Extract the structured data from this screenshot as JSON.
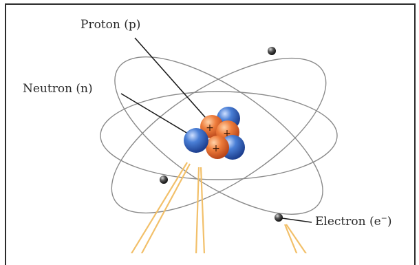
{
  "labels": {
    "proton": "Proton (p)",
    "neutron": "Neutron (n)",
    "electron_base": "Electron (e",
    "electron_sup": "−",
    "electron_close": ")"
  },
  "nucleus_symbols": {
    "proton_charge": "+"
  },
  "colors": {
    "proton": "#e2703a",
    "neutron": "#3b6fc4",
    "electron": "#2e2e2e",
    "orbit": "#8a8a8a",
    "leader_line": "#1a1a1a",
    "callout_beam": "#f2c06a",
    "frame": "#2b2b2b"
  }
}
